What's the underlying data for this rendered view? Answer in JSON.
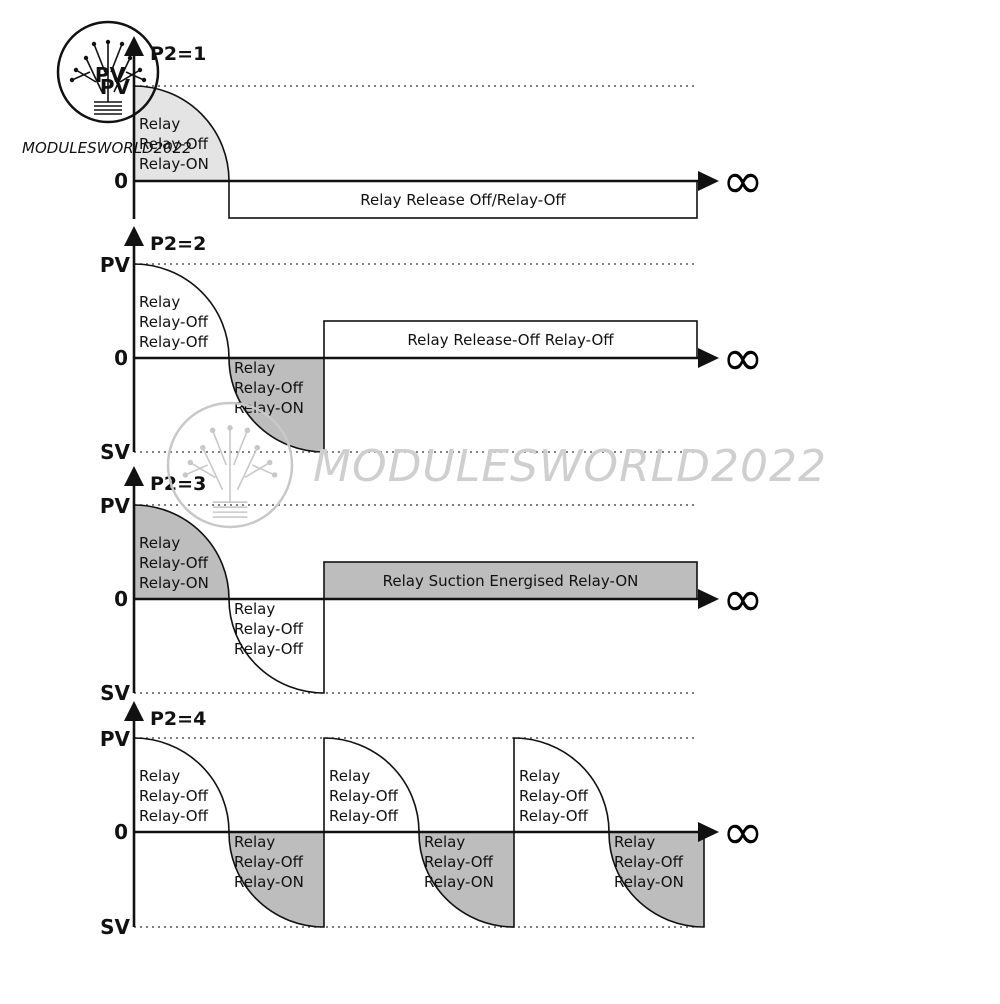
{
  "watermark": {
    "text": "MODULESWORLD2022",
    "logo_letters": "PV"
  },
  "colors": {
    "line": "#111111",
    "fill_off": "#ffffff",
    "fill_on_light": "#e4e4e4",
    "fill_on": "#bdbdbd",
    "dotted": "#555555",
    "watermark": "#cfcfcf"
  },
  "infinity_symbol": "∞",
  "panels": [
    {
      "mode": "P2=1",
      "pv_label": "PV",
      "zero_label": "0",
      "sv_label": "",
      "segments": [
        {
          "lines": [
            "Relay",
            "Relay-Off",
            "Relay-ON"
          ],
          "state": "on-light"
        }
      ],
      "bar": {
        "text": "Relay Release Off/Relay-Off",
        "state": "off",
        "side": "below"
      }
    },
    {
      "mode": "P2=2",
      "pv_label": "PV",
      "zero_label": "0",
      "sv_label": "SV",
      "segments": [
        {
          "lines": [
            "Relay",
            "Relay-Off",
            "Relay-Off"
          ],
          "state": "off"
        },
        {
          "lines": [
            "Relay",
            "Relay-Off",
            "Relay-ON"
          ],
          "state": "on"
        }
      ],
      "bar": {
        "text": "Relay Release-Off Relay-Off",
        "state": "off",
        "side": "above"
      }
    },
    {
      "mode": "P2=3",
      "pv_label": "PV",
      "zero_label": "0",
      "sv_label": "SV",
      "segments": [
        {
          "lines": [
            "Relay",
            "Relay-Off",
            "Relay-ON"
          ],
          "state": "on"
        },
        {
          "lines": [
            "Relay",
            "Relay-Off",
            "Relay-Off"
          ],
          "state": "off"
        }
      ],
      "bar": {
        "text": "Relay Suction Energised Relay-ON",
        "state": "on",
        "side": "above"
      }
    },
    {
      "mode": "P2=4",
      "pv_label": "PV",
      "zero_label": "0",
      "sv_label": "SV",
      "segments": [
        {
          "lines": [
            "Relay",
            "Relay-Off",
            "Relay-Off"
          ],
          "state": "off"
        },
        {
          "lines": [
            "Relay",
            "Relay-Off",
            "Relay-ON"
          ],
          "state": "on"
        },
        {
          "lines": [
            "Relay",
            "Relay-Off",
            "Relay-Off"
          ],
          "state": "off"
        },
        {
          "lines": [
            "Relay",
            "Relay-Off",
            "Relay-ON"
          ],
          "state": "on"
        },
        {
          "lines": [
            "Relay",
            "Relay-Off",
            "Relay-Off"
          ],
          "state": "off"
        },
        {
          "lines": [
            "Relay",
            "Relay-Off",
            "Relay-ON"
          ],
          "state": "on"
        }
      ],
      "bar": null
    }
  ]
}
